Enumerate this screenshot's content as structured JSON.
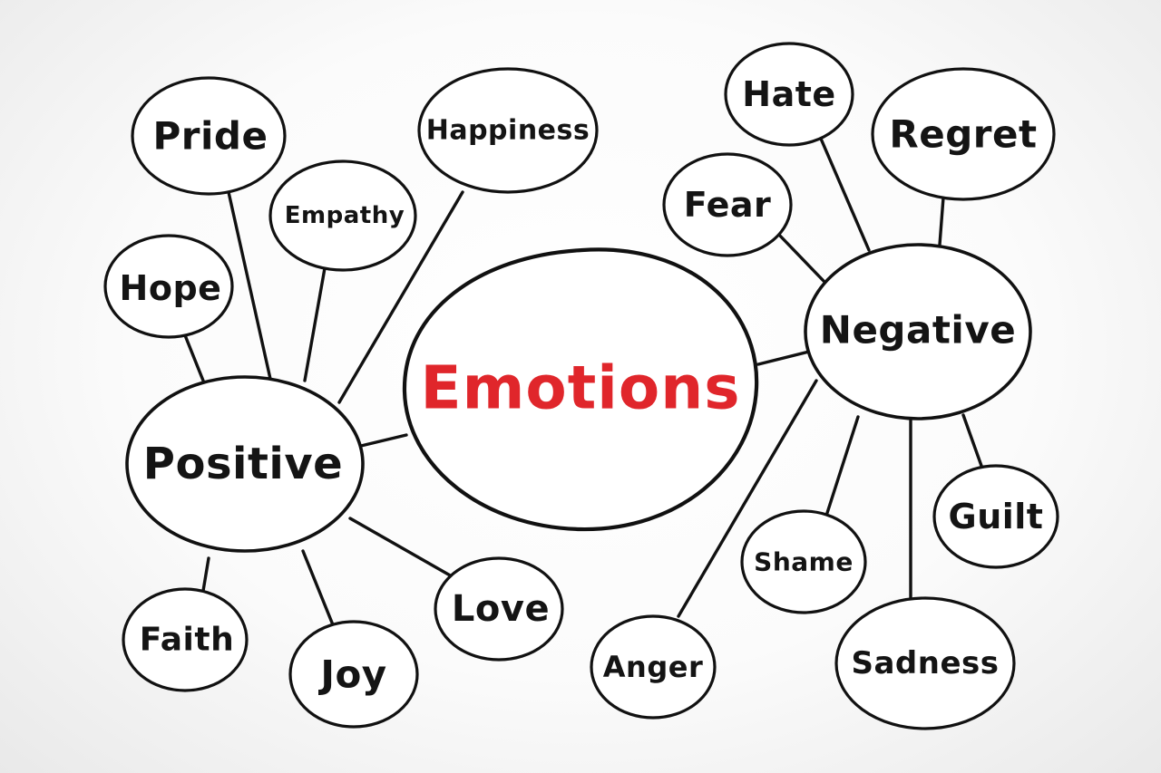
{
  "diagram": {
    "center": {
      "label": "Emotions",
      "color": "#e0262b"
    },
    "hubs": {
      "positive": {
        "label": "Positive"
      },
      "negative": {
        "label": "Negative"
      }
    },
    "positive_nodes": {
      "pride": "Pride",
      "happiness": "Happiness",
      "empathy": "Empathy",
      "hope": "Hope",
      "faith": "Faith",
      "joy": "Joy",
      "love": "Love"
    },
    "negative_nodes": {
      "hate": "Hate",
      "regret": "Regret",
      "fear": "Fear",
      "guilt": "Guilt",
      "shame": "Shame",
      "sadness": "Sadness",
      "anger": "Anger"
    },
    "edges": [
      {
        "from": "center",
        "to": "positive"
      },
      {
        "from": "center",
        "to": "negative"
      },
      {
        "from": "positive",
        "to": "pride"
      },
      {
        "from": "positive",
        "to": "happiness"
      },
      {
        "from": "positive",
        "to": "empathy"
      },
      {
        "from": "positive",
        "to": "hope"
      },
      {
        "from": "positive",
        "to": "faith"
      },
      {
        "from": "positive",
        "to": "joy"
      },
      {
        "from": "positive",
        "to": "love"
      },
      {
        "from": "negative",
        "to": "hate"
      },
      {
        "from": "negative",
        "to": "regret"
      },
      {
        "from": "negative",
        "to": "fear"
      },
      {
        "from": "negative",
        "to": "guilt"
      },
      {
        "from": "negative",
        "to": "shame"
      },
      {
        "from": "negative",
        "to": "sadness"
      },
      {
        "from": "negative",
        "to": "anger"
      }
    ]
  }
}
